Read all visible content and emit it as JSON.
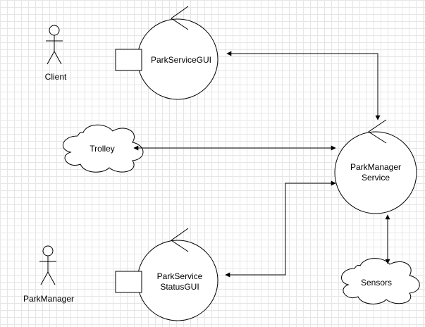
{
  "diagram": {
    "actors": {
      "client": {
        "label": "Client"
      },
      "park_manager": {
        "label": "ParkManager"
      }
    },
    "controls": {
      "park_service_gui": {
        "label": "ParkServiceGUI"
      },
      "park_service_status_gui": {
        "line1": "ParkService",
        "line2": "StatusGUI"
      },
      "park_manager_service": {
        "line1": "ParkManager",
        "line2": "Service"
      }
    },
    "clouds": {
      "trolley": {
        "label": "Trolley"
      },
      "sensors": {
        "label": "Sensors"
      }
    }
  }
}
